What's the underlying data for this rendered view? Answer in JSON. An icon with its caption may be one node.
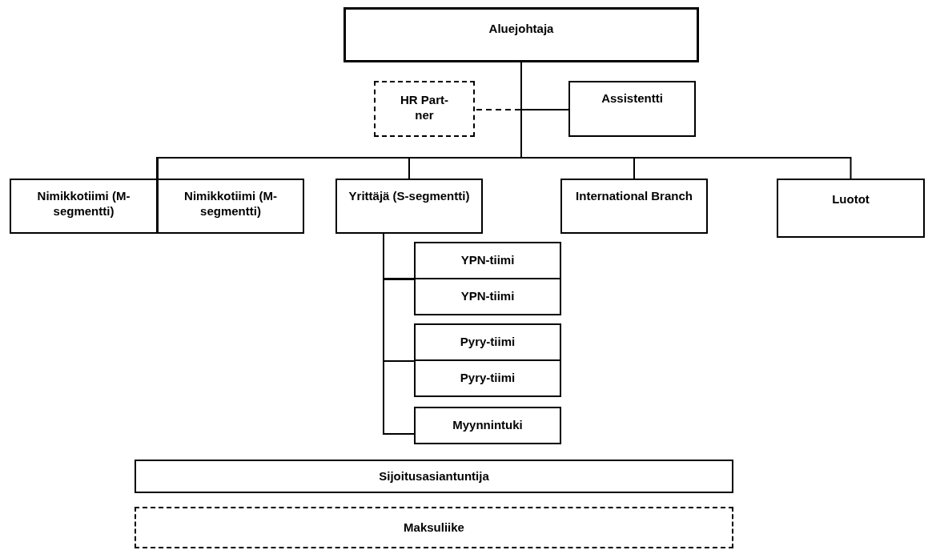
{
  "diagram": {
    "nodes": [
      {
        "text": [
          "Aluejohtaja"
        ]
      },
      {
        "text": [
          "HR Part- ner"
        ]
      },
      {
        "text": [
          "Assistentti"
        ]
      },
      {
        "text": [
          "Nimikkotiimi (M-segmentti)"
        ]
      },
      {
        "text": [
          "Nimikkotiimi (M-segmentti)"
        ]
      },
      {
        "text": [
          "Yrittäjä (S-segmentti)"
        ]
      },
      {
        "text": [
          "International Branch"
        ]
      },
      {
        "text": [
          "Luotot"
        ]
      },
      {
        "text": [
          "YPN-tiimi"
        ]
      },
      {
        "text": [
          "YPN-tiimi"
        ]
      },
      {
        "text": [
          "Pyry-tiimi"
        ]
      },
      {
        "text": [
          "Pyry-tiimi"
        ]
      },
      {
        "text": [
          "Myynnintuki"
        ]
      },
      {
        "text": [
          "Sijoitusasiantuntija"
        ]
      },
      {
        "text": [
          "Maksuliike"
        ]
      }
    ],
    "edges": [
      {
        "from": 0,
        "to": 1,
        "arrow": "none",
        "style": "dashed"
      },
      {
        "from": 0,
        "to": 2,
        "arrow": "none"
      },
      {
        "from": 0,
        "to": 3,
        "arrow": "none"
      },
      {
        "from": 0,
        "to": 4,
        "arrow": "none"
      },
      {
        "from": 0,
        "to": 5,
        "arrow": "none"
      },
      {
        "from": 0,
        "to": 6,
        "arrow": "none"
      },
      {
        "from": 0,
        "to": 7,
        "arrow": "none"
      },
      {
        "from": 5,
        "to": 8,
        "arrow": "none"
      },
      {
        "from": 5,
        "to": 9,
        "arrow": "none"
      },
      {
        "from": 5,
        "to": 10,
        "arrow": "none"
      },
      {
        "from": 5,
        "to": 11,
        "arrow": "none"
      },
      {
        "from": 5,
        "to": 12,
        "arrow": "none"
      }
    ]
  }
}
